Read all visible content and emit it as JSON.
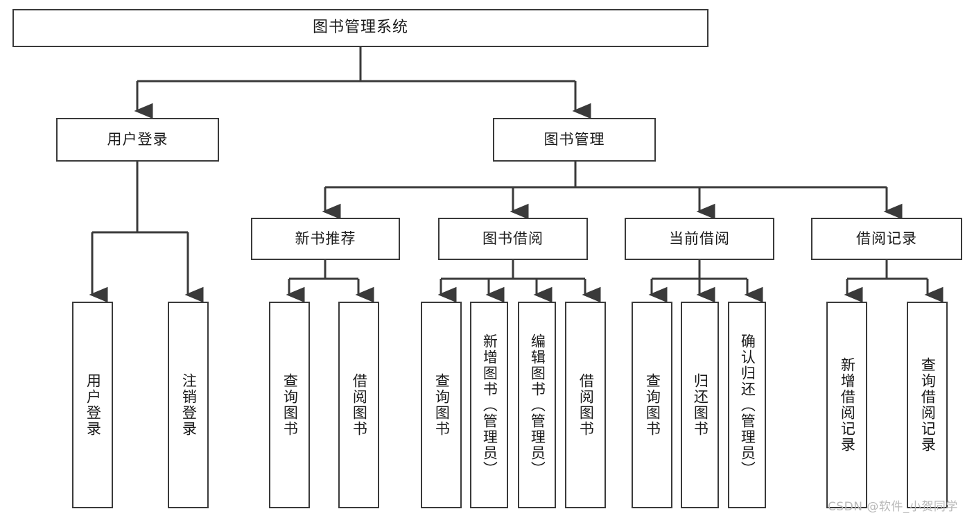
{
  "diagram": {
    "title": "图书管理系统",
    "type": "tree-hierarchy",
    "root": {
      "label": "图书管理系统"
    },
    "level2": [
      {
        "label": "用户登录"
      },
      {
        "label": "图书管理"
      }
    ],
    "level3": [
      {
        "label": "新书推荐"
      },
      {
        "label": "图书借阅"
      },
      {
        "label": "当前借阅"
      },
      {
        "label": "借阅记录"
      }
    ],
    "leaves": {
      "user_login": [
        {
          "label": "用户登录"
        },
        {
          "label": "注销登录"
        }
      ],
      "new_book_recommend": [
        {
          "label": "查询图书"
        },
        {
          "label": "借阅图书"
        }
      ],
      "book_borrow": [
        {
          "label": "查询图书"
        },
        {
          "label": "新增图书（管理员）"
        },
        {
          "label": "编辑图书（管理员）"
        },
        {
          "label": "借阅图书"
        }
      ],
      "current_borrow": [
        {
          "label": "查询图书"
        },
        {
          "label": "归还图书"
        },
        {
          "label": "确认归还（管理员）"
        }
      ],
      "borrow_record": [
        {
          "label": "新增借阅记录"
        },
        {
          "label": "查询借阅记录"
        }
      ]
    }
  },
  "watermark": {
    "text": "CSDN @软件_小贺同学"
  },
  "colors": {
    "stroke": "#3a3a3a",
    "box_fill": "#ffffff",
    "text": "#1a1a1a",
    "watermark": "#b8b8b8"
  }
}
